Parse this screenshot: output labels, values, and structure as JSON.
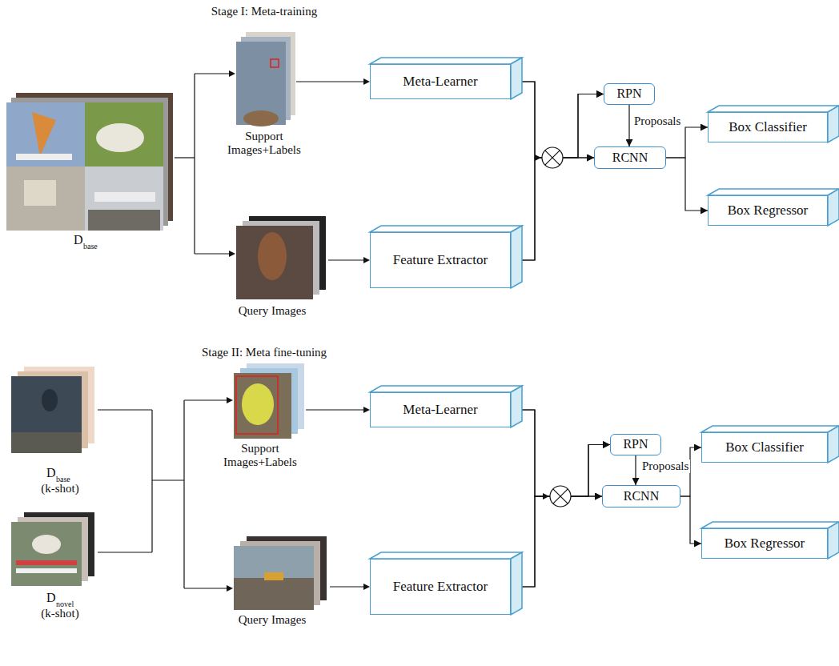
{
  "diagram": {
    "nodes": [
      {
        "text": [
          "Meta-Learner"
        ]
      },
      {
        "text": [
          "Feature Extractor"
        ]
      },
      {
        "text": [
          "RPN"
        ]
      },
      {
        "text": [
          "RCNN"
        ]
      },
      {
        "text": [
          "Box Classifier"
        ]
      },
      {
        "text": [
          "Box Regressor"
        ]
      },
      {
        "text": [
          "Meta-Learner"
        ]
      },
      {
        "text": [
          "Feature Extractor"
        ]
      },
      {
        "text": [
          "RPN"
        ]
      },
      {
        "text": [
          "RCNN"
        ]
      },
      {
        "text": [
          "Box Classifier"
        ]
      },
      {
        "text": [
          "Box Regressor"
        ]
      }
    ],
    "edges": [
      {
        "from": 0,
        "to": 2,
        "arrow": "to"
      },
      {
        "from": 0,
        "to": 3,
        "arrow": "to"
      },
      {
        "from": 1,
        "to": 2,
        "arrow": "to"
      },
      {
        "from": 1,
        "to": 3,
        "arrow": "to"
      },
      {
        "from": 2,
        "to": 3,
        "label": "Proposals",
        "arrow": "to"
      },
      {
        "from": 3,
        "to": 4,
        "arrow": "to"
      },
      {
        "from": 3,
        "to": 5,
        "arrow": "to"
      },
      {
        "from": 6,
        "to": 8,
        "arrow": "to"
      },
      {
        "from": 6,
        "to": 9,
        "arrow": "to"
      },
      {
        "from": 7,
        "to": 8,
        "arrow": "to"
      },
      {
        "from": 7,
        "to": 9,
        "arrow": "to"
      },
      {
        "from": 8,
        "to": 9,
        "label": "Proposals",
        "arrow": "to"
      },
      {
        "from": 9,
        "to": 10,
        "arrow": "to"
      },
      {
        "from": 9,
        "to": 11,
        "arrow": "to"
      }
    ],
    "labels": [
      "Stage I: Meta-training",
      "Support Images+Labels",
      "Query Images",
      "D",
      "base",
      "Stage II: Meta fine-tuning",
      "Support Images+Labels",
      "Query Images",
      "D",
      "base",
      "(k-shot)",
      "D",
      "novel",
      "(k-shot)"
    ]
  }
}
